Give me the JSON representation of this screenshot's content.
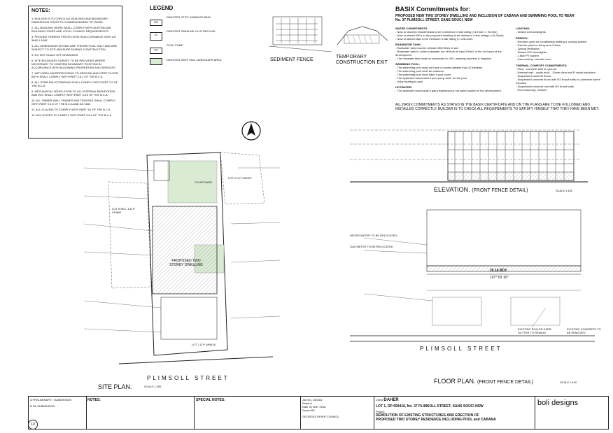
{
  "notes": {
    "heading": "NOTES:",
    "items": [
      "BUILDER IS TO CHECK ALL BUILDING AND BOUNDARY DIMENSIONS PRIOR TO COMMENCEMENT OF WORK.",
      "ALL BUILDING WORK SHALL COMPLY WITH AUSTRALIAN BUILDING CODES AND LOCAL COUNCIL REQUIREMENTS.",
      "PROVIDE TERMITE PROTECTION IN ACCORDANCE WITH AS 3660.1-1995",
      "ALL DIMENSIONS SHOWN ARE THEORETICAL ONLY AND ARE SUBJECT TO SITE MEASURE DURING CONSTRUCTION",
      "DO NOT SCALE OFF DRAWINGS",
      "SITE BOUNDARY SURVEY TO BE PROVIDED WHERE NECESSARY TO CONFIRM BOUNDARY POSITION IN ACCORDANCE WITH ADJOINING PROPERTIES AND SERVICES",
      "WET AREA WATERPROOFING TO GROUND AND FIRST FLOOR BATH SHALL COMPLY WITH PART 3.8.1 OF THE B.C.A",
      "ALL STAIR BALUSTRADING SHALL COMPLY WITH PART 3.9 OF THE B.C.A",
      "MECHANICAL VENTILATION TO ALL INTERNAL BATHROOMS AND W/C SHALL COMPLY WITH PART 3.8.5 OF THE B.C.A",
      "ALL TIMBER WALL FRAMES AND TRUSSES SHALL COMPLY WITH PART 3.4.3 OF THE B.C.A AND AS 1684",
      "ALL GLAZING TO COMPLY WITH PART 3.6 OF THE B.C.A",
      "W/C DOORS TO COMPLY WITH PART 3.8.3 OF THE B.C.A"
    ]
  },
  "legend": {
    "heading": "LEGEND",
    "items": [
      "DENOTES OTTO GARBAGE BINS",
      "DENOTES PARALINE CLOTHES LINE",
      "POOL PUMP",
      "DENOTES DEEP SOIL LANDSCAPE AREA"
    ],
    "symbol_labels": [
      "GB",
      "CL",
      "PP"
    ]
  },
  "details": {
    "sediment_fence": "SEDIMENT FENCE",
    "temporary_exit": "TEMPORARY CONSTRUCTION EXIT"
  },
  "basix": {
    "heading": "BASIX Commitments for:",
    "project": "PROPOSED NEW TWO STOREY DWELLING AND INCLUSION OF CABANA AND SWIMMING POOL TO REAR",
    "address": "No. 37 PLIMSOLL STREET, SANS SOUCI, NSW",
    "water_heading": "WATER COMMITMENTS:",
    "water_items": [
      "Now or planned showerheads to be a minimum 3 star rating (>4.5 but <= 9L/min)",
      "Now or altered WCs in the proposed dwelling to be minimum 4 star rating (<=4L/flush)",
      "Now or altered taps to be minimum 4 star rating (<=4.5L/min)"
    ],
    "rain_heading": "RAINWATER TANK:",
    "rain_items": [
      "Rainwater tank must be at least 3000 litres in size",
      "Rainwater tank to collect rainwater run off from at least 200m2 of the roof area of the development",
      "The rainwater tank must be connected to: WC, washing machine & irrigation"
    ],
    "pool_heading": "SWIMMING POOL:",
    "pool_items": [
      "The swimming pool must not have a volume greater than 42 kilolitres",
      "The swimming pool must be outdoors",
      "The swimming pool must have a pool cover",
      "The applicant must install a pool pump timer for the pool",
      "Solar heating to pool"
    ],
    "hotwater_heading": "HOTWATER:",
    "hotwater_items": [
      "The applicant must install a gas instantaneous hot water system in the development."
    ],
    "lighting_heading": "LIGHTING:",
    "lighting_items": [
      "Sealed Led downlights"
    ],
    "energy_heading": "ENERGY:",
    "energy_items": [
      "Reverse cycle air conditioning heating & cooling system",
      "Gas fire place to living area 3 stars",
      "Typical ventilation",
      "Sealed LED downlights",
      "1.8kw PV system",
      "Gas cooktop / electric oven"
    ],
    "thermal_heading": "THERMAL COMFORT COMMITMENTS:",
    "thermal_items": [
      "Floor - concrete slab on ground",
      "External wall - cavity brick - 10mm clear batt R cavity insulation",
      "Suspended concrete floors",
      "Suspended concrete floors with R3 Knauf batts to underside where exposed",
      "Suspended concrete roof with R3 Knauf batts",
      "Roof colouring: medium"
    ],
    "footer": "ALL BASIX COMMITMENTS AS STATED IN THE BASIX CERTIFICATE AND ON THE PLANS ARE TO BE FOLLOWED AND INSTALLED CORRECTLY. BUILDER IS TO CHECK ALL REQUIREMENTS TO SATISFY HIMSELF THAT THEY HAVE BEEN MET."
  },
  "site_plan": {
    "title": "SITE PLAN.",
    "scale": "SCALE 1:200",
    "street": "PLIMSOLL STREET",
    "lot_main": "PROPOSED TWO STOREY DWELLING",
    "lot_right": "LOT 2 D.P. 532907",
    "lot_left": "LOT 5 SEC. 8 D.P. 975662",
    "lot_bottom": "LOT 1 D.P. 659416",
    "courtyard": "COURTYARD"
  },
  "elevation": {
    "title": "ELEVATION.",
    "subtitle": "(FRONT FENCE DETAIL)",
    "scale": "SCALE 1:100"
  },
  "floor_plan": {
    "title": "FLOOR PLAN.",
    "subtitle": "(FRONT FENCE DETAIL)",
    "scale": "SCALE 1:100",
    "street": "PLIMSOLL STREET",
    "dimension": "20.14 BDY",
    "bearing": "197° 53' 00\"",
    "annotations": [
      "WATER METER TO BE RELOCATED",
      "GAS METER TO BE RELOCATED",
      "EXISTING ROLLED KERB GUTTER TO REMAIN",
      "EXISTING CONCRETE TO BE REMOVED"
    ]
  },
  "title_block": {
    "notes_heading": "NOTES:",
    "special_heading": "SPECIAL NOTES:",
    "revisions": [
      {
        "rev": "A",
        "desc": "PRELIMINARY / SUBMISSION"
      },
      {
        "rev": "B",
        "desc": "DA SUBMISSION"
      }
    ],
    "job_no": "150416",
    "sheet": "A",
    "date": "31 MAY 2016",
    "drawn": "BC",
    "client_label": "Client",
    "client": "DAHER",
    "project_label": "Project",
    "address_line": "LOT 1, DP 659416, No. 37 PLIMSOLL STREET, SANS SOUCI NSW",
    "project_line1": "DEMOLITION OF EXISTING STRUCTURES AND ERECTION OF",
    "project_line2": "PROPOSED TWO STOREY RESIDENCE INCLUDING POOL and CABANA",
    "council": "GEORGES RIVER COUNCIL",
    "firm": "boli designs",
    "page_no": "10"
  }
}
